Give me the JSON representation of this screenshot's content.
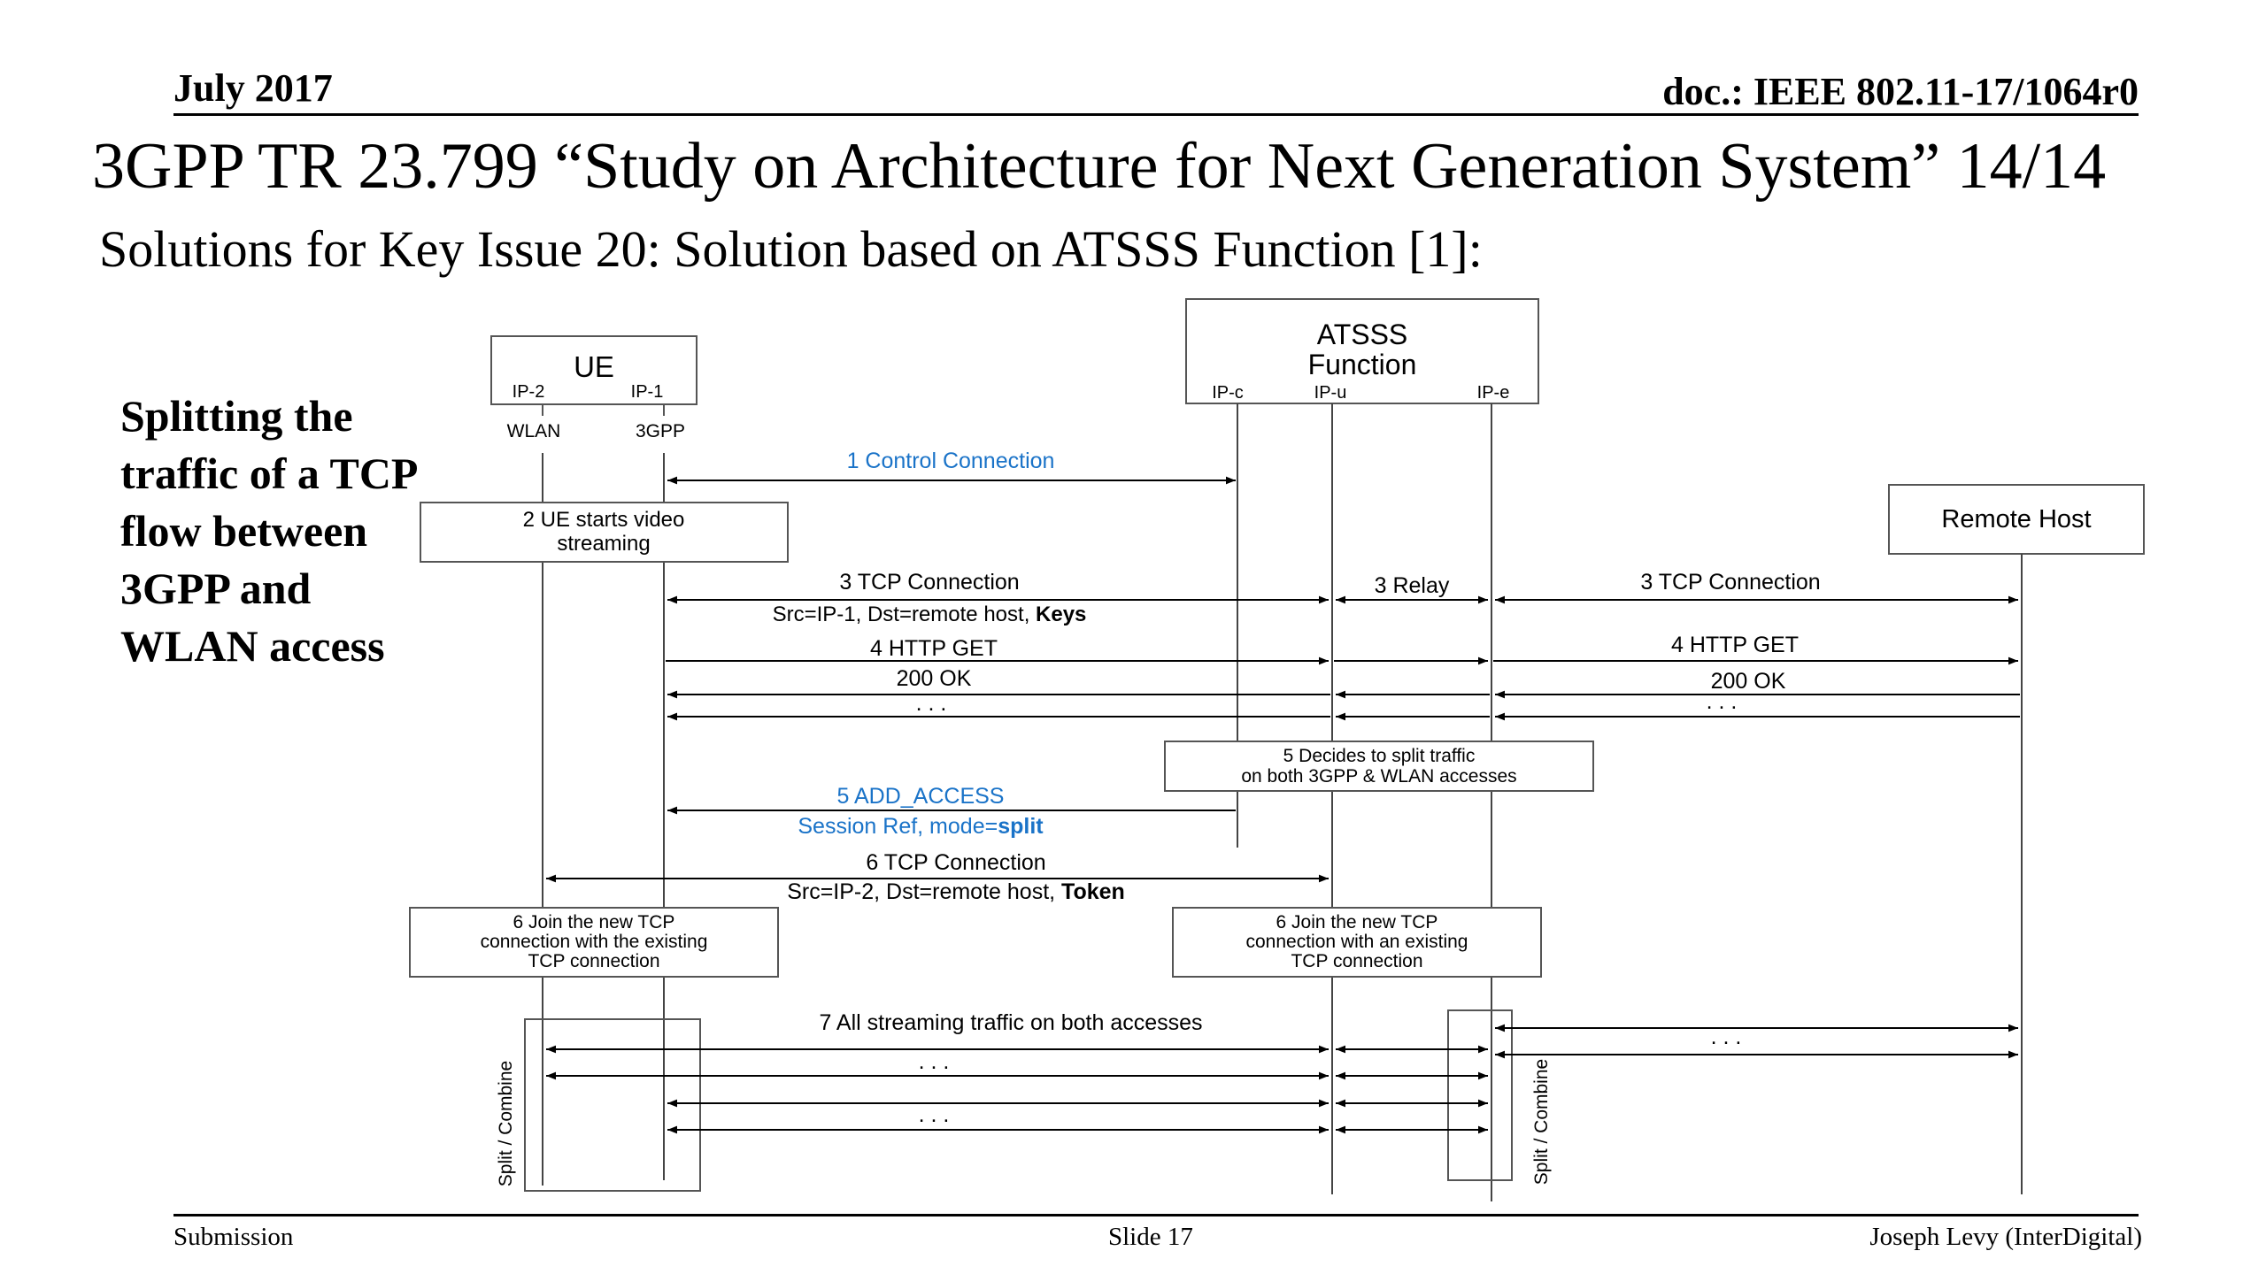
{
  "header": {
    "date": "July 2017",
    "doc": "doc.: IEEE 802.11-17/1064r0"
  },
  "title": "3GPP TR 23.799 “Study on Architecture for Next Generation System” 14/14",
  "subtitle": "Solutions for Key Issue 20: Solution based on ATSSS Function [1]:",
  "side_text": "Splitting the traffic of a TCP flow between 3GPP and WLAN access",
  "footer": {
    "left": "Submission",
    "center": "Slide 17",
    "right": "Joseph Levy (InterDigital)"
  },
  "colors": {
    "link": "#1a73c8",
    "line": "#000000",
    "box_border": "#555555"
  },
  "diagram": {
    "entities": {
      "ue": {
        "name": "UE",
        "ip2": "IP-2",
        "ip1": "IP-1",
        "wlan": "WLAN",
        "gpp": "3GPP"
      },
      "atsss": {
        "line1": "ATSSS",
        "line2": "Function",
        "ipc": "IP-c",
        "ipu": "IP-u",
        "ipe": "IP-e"
      },
      "remote": "Remote Host"
    },
    "messages": {
      "m1": "1 Control Connection",
      "m2_line1": "2 UE starts video",
      "m2_line2": "streaming",
      "m3_left": "3 TCP Connection",
      "m3_relay": "3 Relay",
      "m3_right": "3 TCP Connection",
      "m3_src": "Src=IP-1, Dst=remote host, ",
      "m3_keys": "Keys",
      "m4_left": "4 HTTP GET",
      "m4_right": "4 HTTP GET",
      "ok_left": "200 OK",
      "ok_right": "200 OK",
      "dots": ". . .",
      "m5_box_line1": "5 Decides to split traffic",
      "m5_box_line2": "on both 3GPP & WLAN accesses",
      "m5_add": "5 ADD_ACCESS",
      "m5_session": "Session Ref, mode=",
      "m5_split": "split",
      "m6_tcp": "6 TCP Connection",
      "m6_src": "Src=IP-2, Dst=remote host, ",
      "m6_token": "Token",
      "m6_left_line1": "6 Join the new TCP",
      "m6_left_line2": "connection with the existing",
      "m6_left_line3": "TCP connection",
      "m6_right_line1": "6 Join the new TCP",
      "m6_right_line2": "connection with an existing",
      "m6_right_line3": "TCP connection",
      "m7": "7 All streaming traffic on both accesses",
      "split_combine": "Split / Combine"
    }
  }
}
